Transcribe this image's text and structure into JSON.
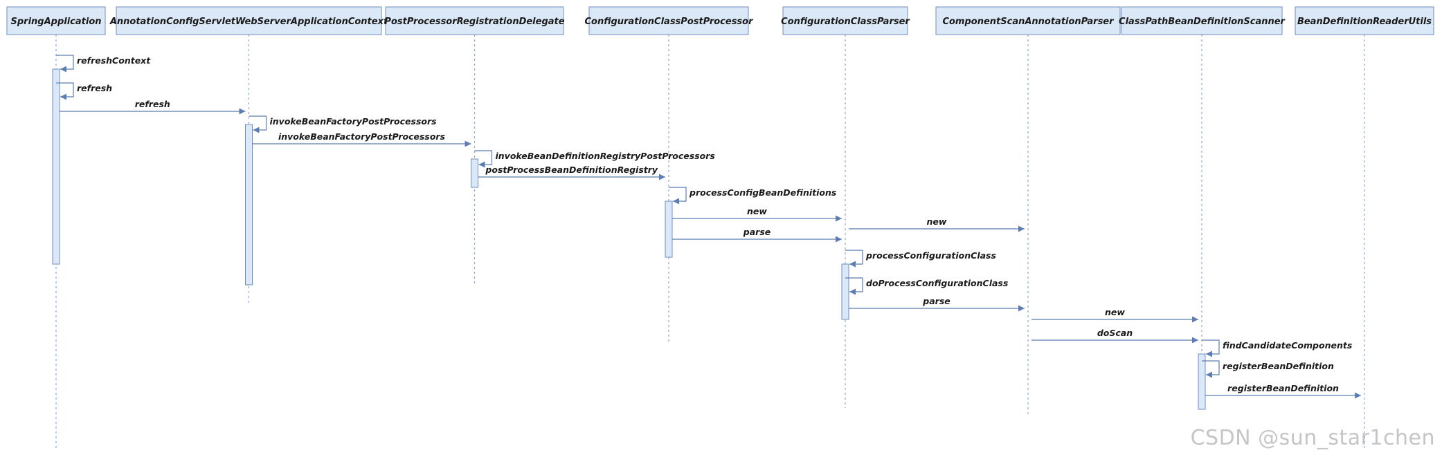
{
  "diagram": {
    "participants": [
      {
        "id": "p0",
        "label": "SpringApplication"
      },
      {
        "id": "p1",
        "label": "AnnotationConfigServletWebServerApplicationContext"
      },
      {
        "id": "p2",
        "label": "PostProcessorRegistrationDelegate"
      },
      {
        "id": "p3",
        "label": "ConfigurationClassPostProcessor"
      },
      {
        "id": "p4",
        "label": "ConfigurationClassParser"
      },
      {
        "id": "p5",
        "label": "ComponentScanAnnotationParser"
      },
      {
        "id": "p6",
        "label": "ClassPathBeanDefinitionScanner"
      },
      {
        "id": "p7",
        "label": "BeanDefinitionReaderUtils"
      }
    ],
    "messages": [
      {
        "id": "m0",
        "from": "p0",
        "to": "p0",
        "label": "refreshContext"
      },
      {
        "id": "m1",
        "from": "p0",
        "to": "p0",
        "label": "refresh"
      },
      {
        "id": "m2",
        "from": "p0",
        "to": "p1",
        "label": "refresh"
      },
      {
        "id": "m3",
        "from": "p1",
        "to": "p1",
        "label": "invokeBeanFactoryPostProcessors"
      },
      {
        "id": "m4",
        "from": "p1",
        "to": "p2",
        "label": "invokeBeanFactoryPostProcessors"
      },
      {
        "id": "m5",
        "from": "p2",
        "to": "p2",
        "label": "invokeBeanDefinitionRegistryPostProcessors"
      },
      {
        "id": "m6",
        "from": "p2",
        "to": "p3",
        "label": "postProcessBeanDefinitionRegistry"
      },
      {
        "id": "m7",
        "from": "p3",
        "to": "p3",
        "label": "processConfigBeanDefinitions"
      },
      {
        "id": "m8",
        "from": "p3",
        "to": "p4",
        "label": "new"
      },
      {
        "id": "m9",
        "from": "p4",
        "to": "p5",
        "label": "new"
      },
      {
        "id": "m10",
        "from": "p3",
        "to": "p4",
        "label": "parse"
      },
      {
        "id": "m11",
        "from": "p4",
        "to": "p4",
        "label": "processConfigurationClass"
      },
      {
        "id": "m12",
        "from": "p4",
        "to": "p4",
        "label": "doProcessConfigurationClass"
      },
      {
        "id": "m13",
        "from": "p4",
        "to": "p5",
        "label": "parse"
      },
      {
        "id": "m14",
        "from": "p5",
        "to": "p6",
        "label": "new"
      },
      {
        "id": "m15",
        "from": "p5",
        "to": "p6",
        "label": "doScan"
      },
      {
        "id": "m16",
        "from": "p6",
        "to": "p6",
        "label": "findCandidateComponents"
      },
      {
        "id": "m17",
        "from": "p6",
        "to": "p6",
        "label": "registerBeanDefinition"
      },
      {
        "id": "m18",
        "from": "p6",
        "to": "p7",
        "label": "registerBeanDefinition"
      }
    ],
    "watermark": "CSDN @sun_star1chen"
  }
}
